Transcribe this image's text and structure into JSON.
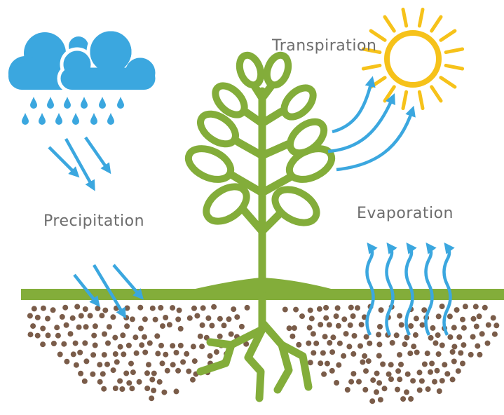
{
  "labels": {
    "transpiration": "Transpiration",
    "precipitation": "Precipitation",
    "evaporation": "Evaporation"
  },
  "colors": {
    "water": "#3ba7df",
    "plant": "#83ad3a",
    "sun": "#f6c21a",
    "soil": "#7a5c49",
    "text": "#6d6d6d"
  },
  "icons": {
    "cloud": "rain-cloud-icon",
    "sun": "sun-icon",
    "plant": "plant-icon"
  }
}
